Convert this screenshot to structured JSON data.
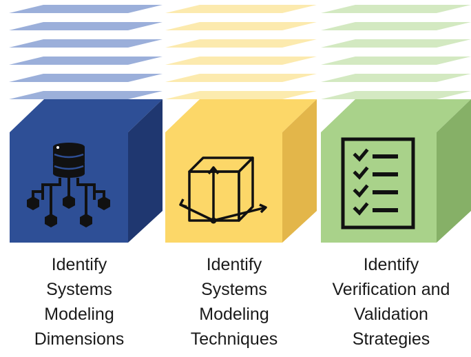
{
  "colors": {
    "blue_front": "#2e4f96",
    "blue_side": "#1f3770",
    "blue_layer": "#5f7fc4",
    "yellow_front": "#fcd768",
    "yellow_side": "#e3b64a",
    "yellow_layer": "#fbe38f",
    "green_front": "#a9d28a",
    "green_side": "#86b067",
    "green_layer": "#c5e2ad",
    "ink": "#111111"
  },
  "blocks": [
    {
      "color_key": "blue",
      "icon": "database-network-icon",
      "caption_lines": [
        "Identify",
        "Systems",
        "Modeling",
        "Dimensions"
      ]
    },
    {
      "color_key": "yellow",
      "icon": "3d-cube-axes-icon",
      "caption_lines": [
        "Identify",
        "Systems",
        "Modeling",
        "Techniques"
      ]
    },
    {
      "color_key": "green",
      "icon": "checklist-icon",
      "caption_lines": [
        "Identify",
        "Verification and",
        "Validation",
        "Strategies"
      ]
    }
  ]
}
